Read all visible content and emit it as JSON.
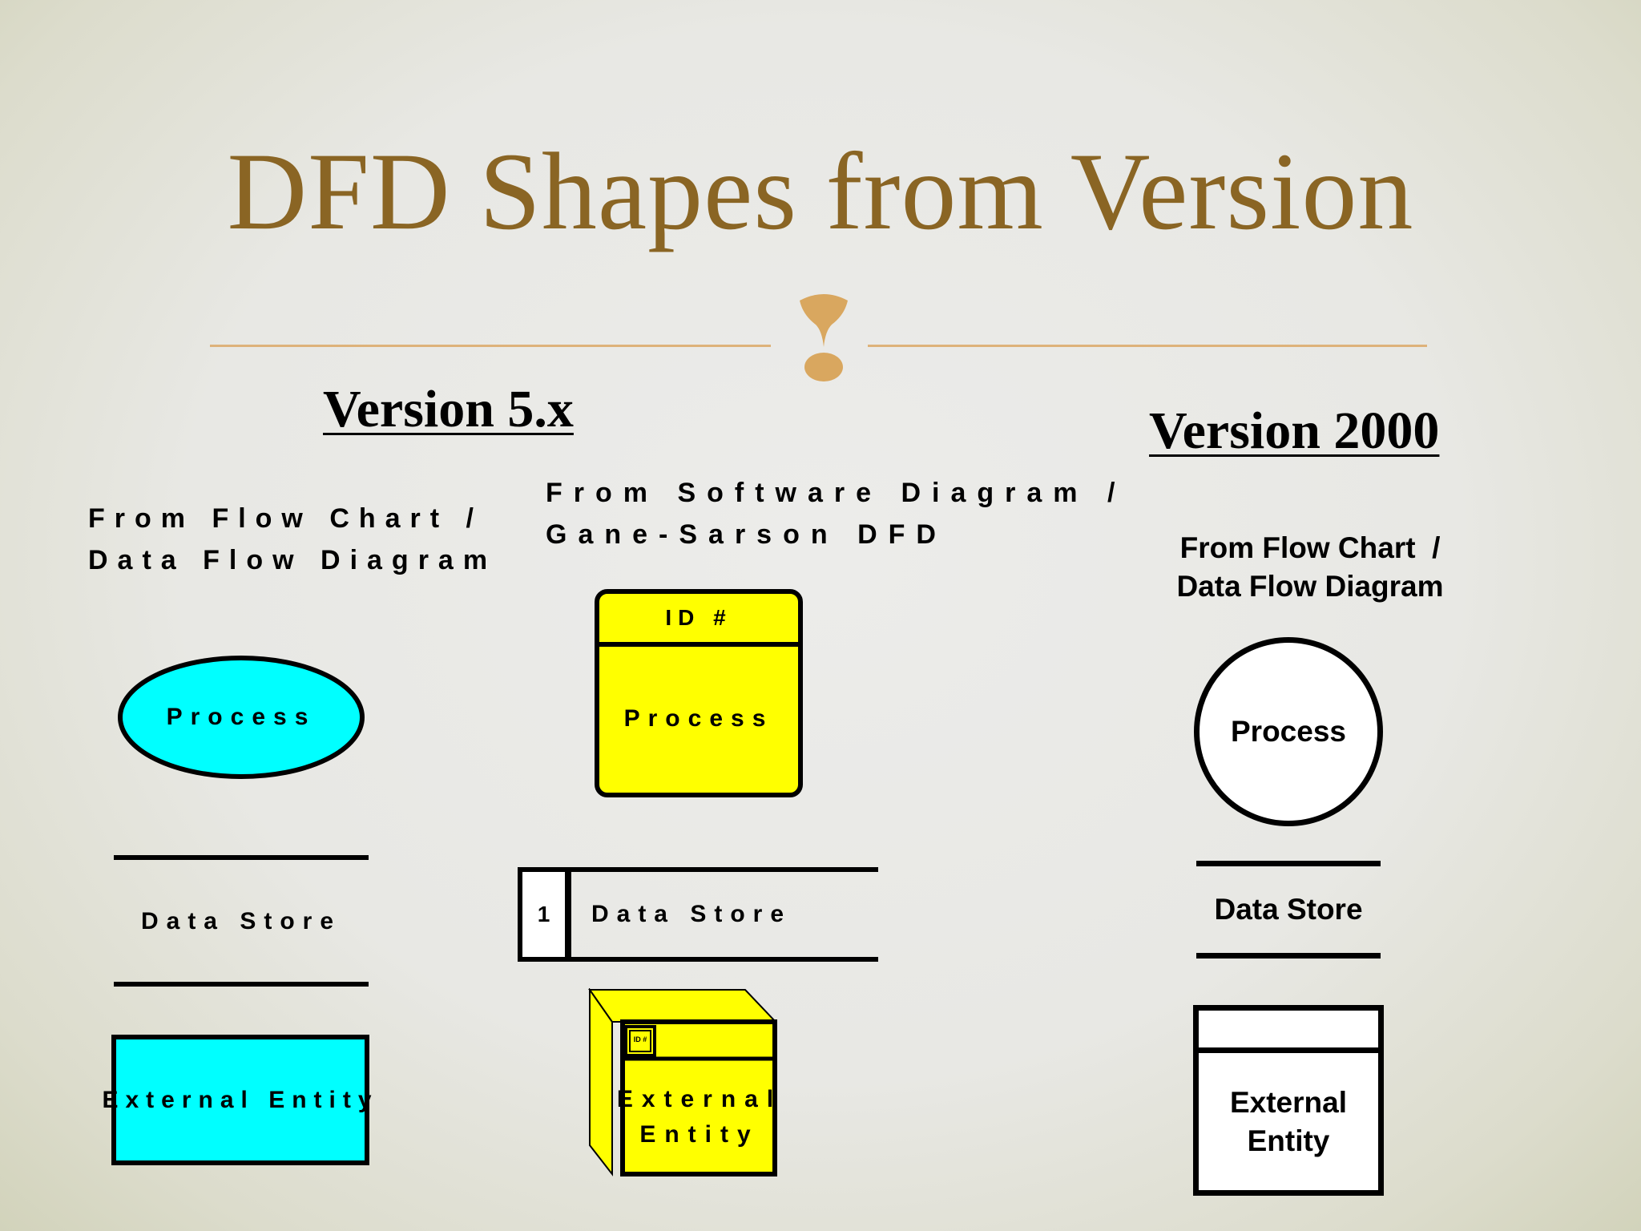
{
  "slide": {
    "title": "DFD Shapes from Version",
    "divider_icon": "fleuron-exclamation-icon",
    "accent_color": "#8a6524",
    "divider_color": "#deb27a"
  },
  "version_5x": {
    "heading": "Version 5.x",
    "flowchart_column": {
      "caption_line1": "From Flow Chart /",
      "caption_line2": "Data Flow Diagram",
      "process_label": "Process",
      "data_store_label": "Data Store",
      "external_entity_label": "External Entity",
      "fill_color": "#00ffff"
    },
    "gane_sarson_column": {
      "caption_line1": "From Software Diagram /",
      "caption_line2": "Gane-Sarson DFD",
      "process_id_label": "ID #",
      "process_label": "Process",
      "data_store_id": "1",
      "data_store_label": "Data Store",
      "external_entity_id_label": "ID #",
      "external_entity_line1": "External",
      "external_entity_line2": "Entity",
      "fill_color": "#ffff00"
    }
  },
  "version_2000": {
    "heading": "Version 2000",
    "caption_line1": "From Flow Chart  /",
    "caption_line2": "Data Flow Diagram",
    "process_label": "Process",
    "data_store_label": "Data Store",
    "external_entity_line1": "External",
    "external_entity_line2": "Entity",
    "fill_color": "#ffffff"
  }
}
